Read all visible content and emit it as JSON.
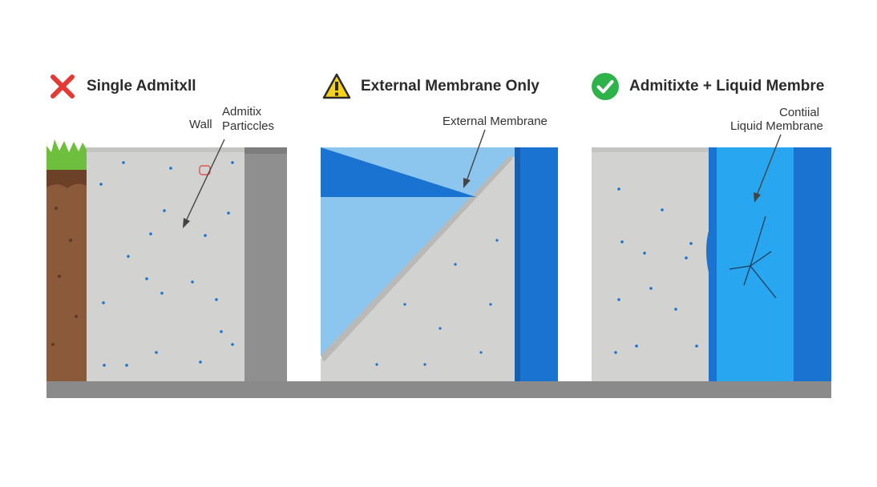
{
  "panels": [
    {
      "status": "bad",
      "title": "Single Admitxll"
    },
    {
      "status": "warning",
      "title": "External Membrane Only"
    },
    {
      "status": "good",
      "title": "Admitixte + Liquid Membre"
    }
  ],
  "annotations": {
    "wall": "Wall",
    "admitix_particles": [
      "Admitix",
      "Particcles"
    ],
    "external_membrane": "External Membrane",
    "liquid_membrane": [
      "Contiial",
      "Liquid Membrane"
    ]
  },
  "colors": {
    "concrete": "#d2d2d0",
    "concrete_shadow": "#8f8f8f",
    "soil": "#8a5a3b",
    "grass": "#6fbf3f",
    "membrane_dark": "#1a73d1",
    "membrane_light": "#28a7f0",
    "water_light": "#8cc6ee",
    "ground": "#8a8a8a",
    "bad": "#e53935",
    "warning": "#f7d21b",
    "good": "#2db34a"
  }
}
